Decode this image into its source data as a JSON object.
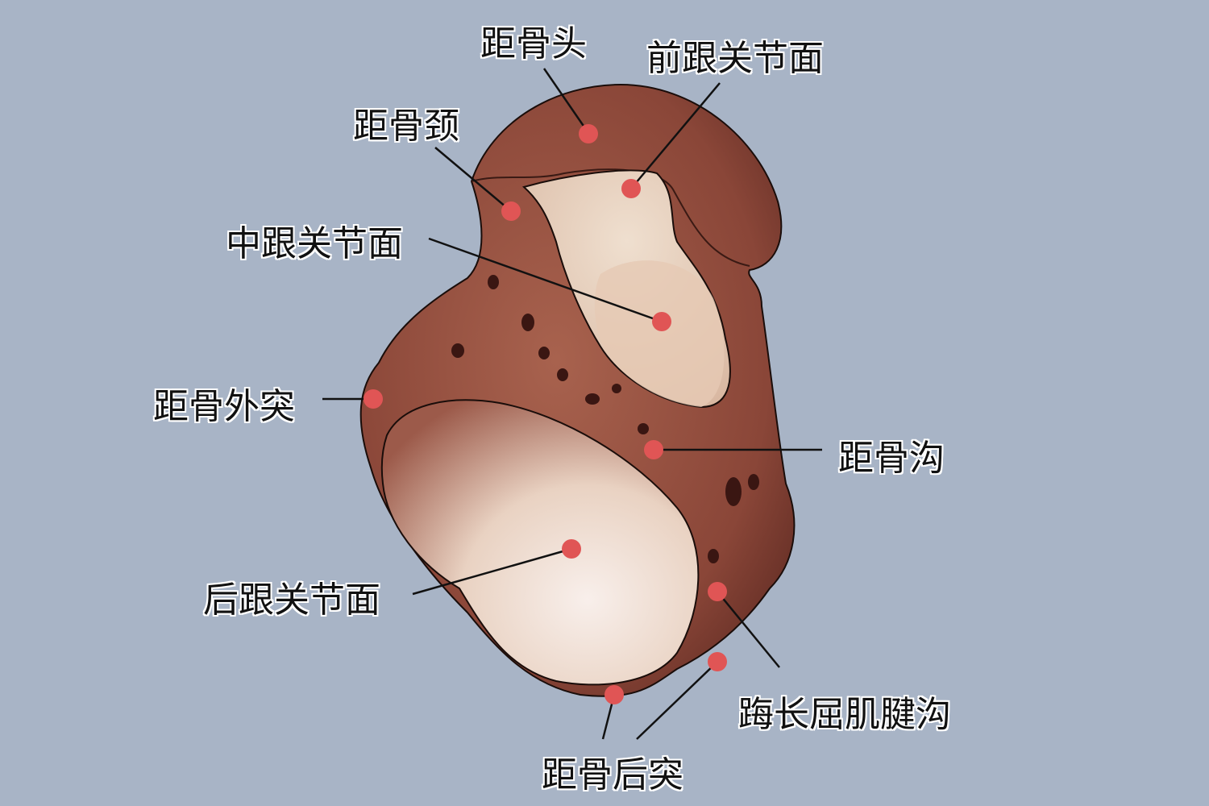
{
  "labels": {
    "head": "距骨头",
    "anterior_facet": "前跟关节面",
    "neck": "距骨颈",
    "middle_facet": "中跟关节面",
    "lateral_process": "距骨外突",
    "sulcus": "距骨沟",
    "posterior_facet": "后跟关节面",
    "fhl_groove": "踇长屈肌腱沟",
    "posterior_process": "距骨后突"
  },
  "colors": {
    "background": "#a8b4c6",
    "bone": "#8a4638",
    "facet": "#f1e2d6",
    "marker": "#e05555"
  }
}
